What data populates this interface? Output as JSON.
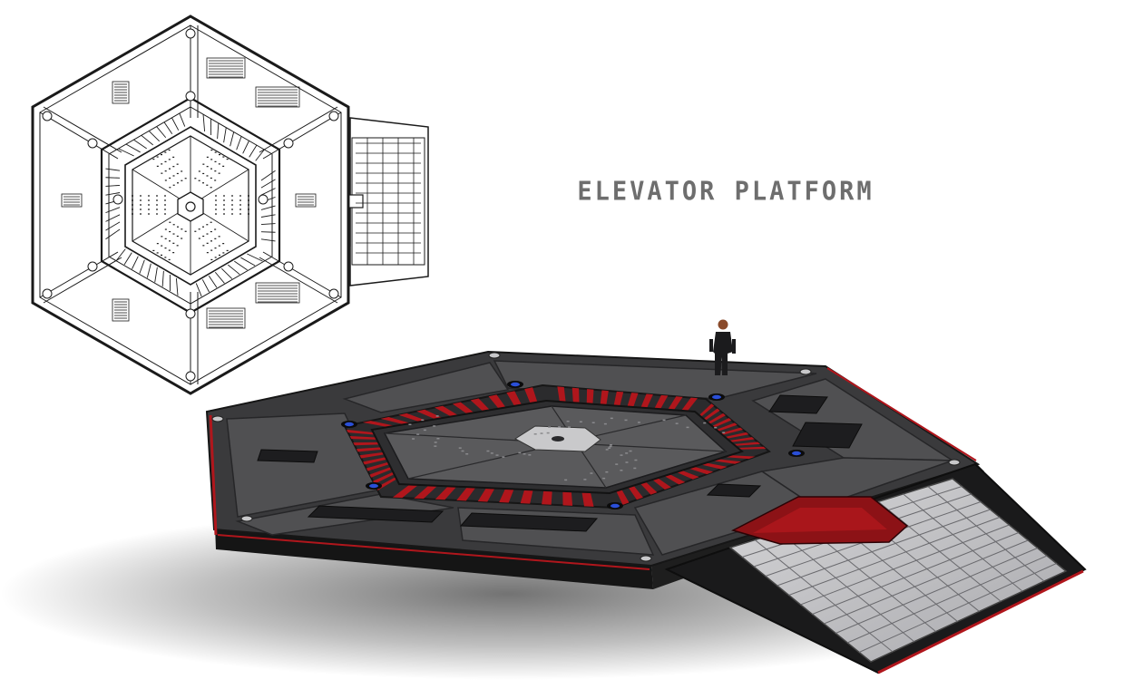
{
  "title": "ELEVATOR PLATFORM",
  "colors": {
    "accent_red": "#b0161c",
    "platform_dark": "#3a3a3c",
    "panel_grey": "#5a5a5c",
    "light_grey": "#8d8d90",
    "blueprint_line": "#1a1a1a",
    "light_blue": "#2a4fd8"
  },
  "figures": [
    {
      "name": "top-down-blueprint",
      "icon": "hexagon-blueprint-icon"
    },
    {
      "name": "perspective-render",
      "icon": "hexagon-platform-icon"
    },
    {
      "name": "human-figure",
      "icon": "person-scale-icon"
    }
  ]
}
